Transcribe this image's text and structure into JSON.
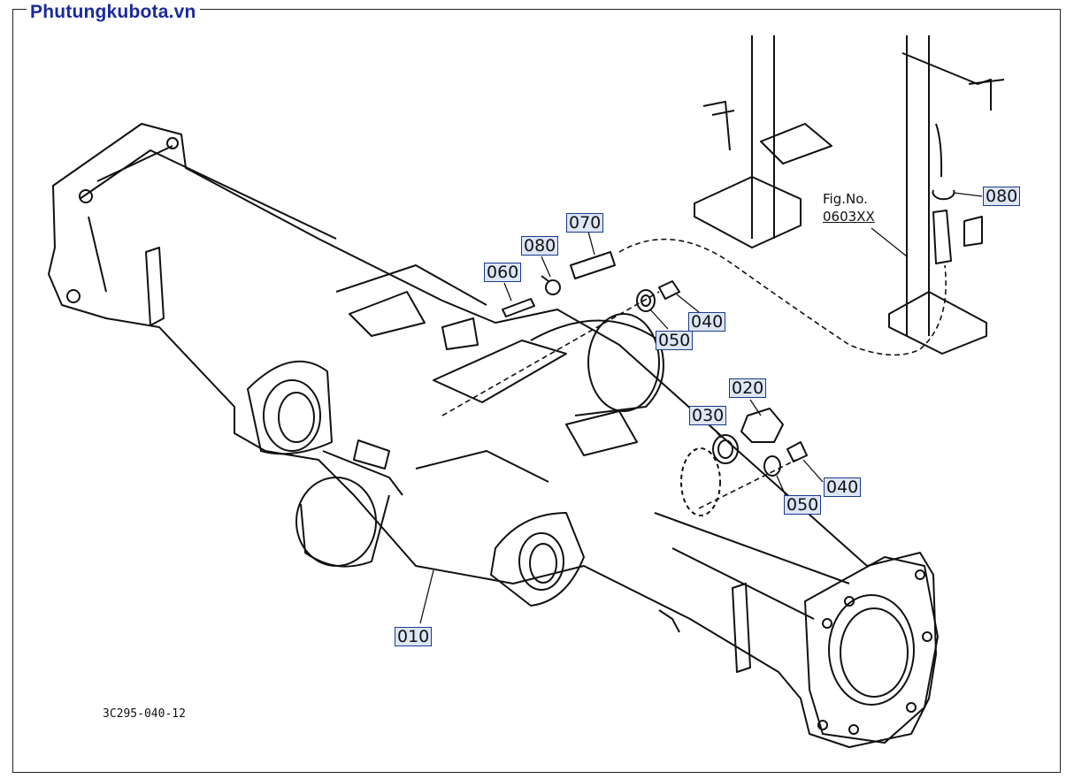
{
  "watermark": "Phutungkubota.vn",
  "drawing_code": "3C295-040-12",
  "figure_ref": {
    "line1": "Fig.No.",
    "line2": "0603XX"
  },
  "callouts": {
    "p010": "010",
    "p020": "020",
    "p030": "030",
    "p040a": "040",
    "p040b": "040",
    "p050a": "050",
    "p050b": "050",
    "p060": "060",
    "p070": "070",
    "p080a": "080",
    "p080b": "080"
  },
  "colors": {
    "line": "#111111",
    "callout_bg": "#dde6f6",
    "callout_border": "#1a3a8c",
    "watermark": "#1a2a9c"
  }
}
